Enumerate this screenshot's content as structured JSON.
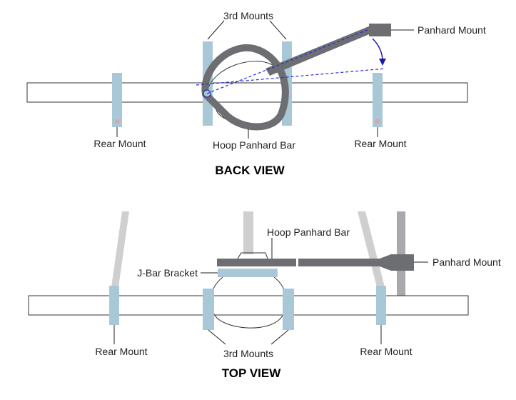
{
  "colors": {
    "axle_stroke": "#333333",
    "mount_blue": "#a8c8d8",
    "bar_gray": "#6d6e71",
    "arm_light_gray": "#cfcfcf",
    "arm_mid_gray": "#a7a9ac",
    "leader": "#231f20",
    "arc_blue": "#1a1aa8",
    "dashed_blue": "#2b2bdc"
  },
  "back_view": {
    "title": "BACK VIEW",
    "third_mounts_label": "3rd Mounts",
    "panhard_mount_label": "Panhard Mount",
    "rear_mount_left_label": "Rear Mount",
    "hoop_panhard_bar_label": "Hoop Panhard Bar",
    "rear_mount_right_label": "Rear Mount"
  },
  "top_view": {
    "title": "TOP VIEW",
    "hoop_panhard_bar_label": "Hoop Panhard Bar",
    "panhard_mount_label": "Panhard Mount",
    "j_bar_bracket_label": "J-Bar Bracket",
    "rear_mount_left_label": "Rear Mount",
    "third_mounts_label": "3rd Mounts",
    "rear_mount_right_label": "Rear Mount"
  }
}
